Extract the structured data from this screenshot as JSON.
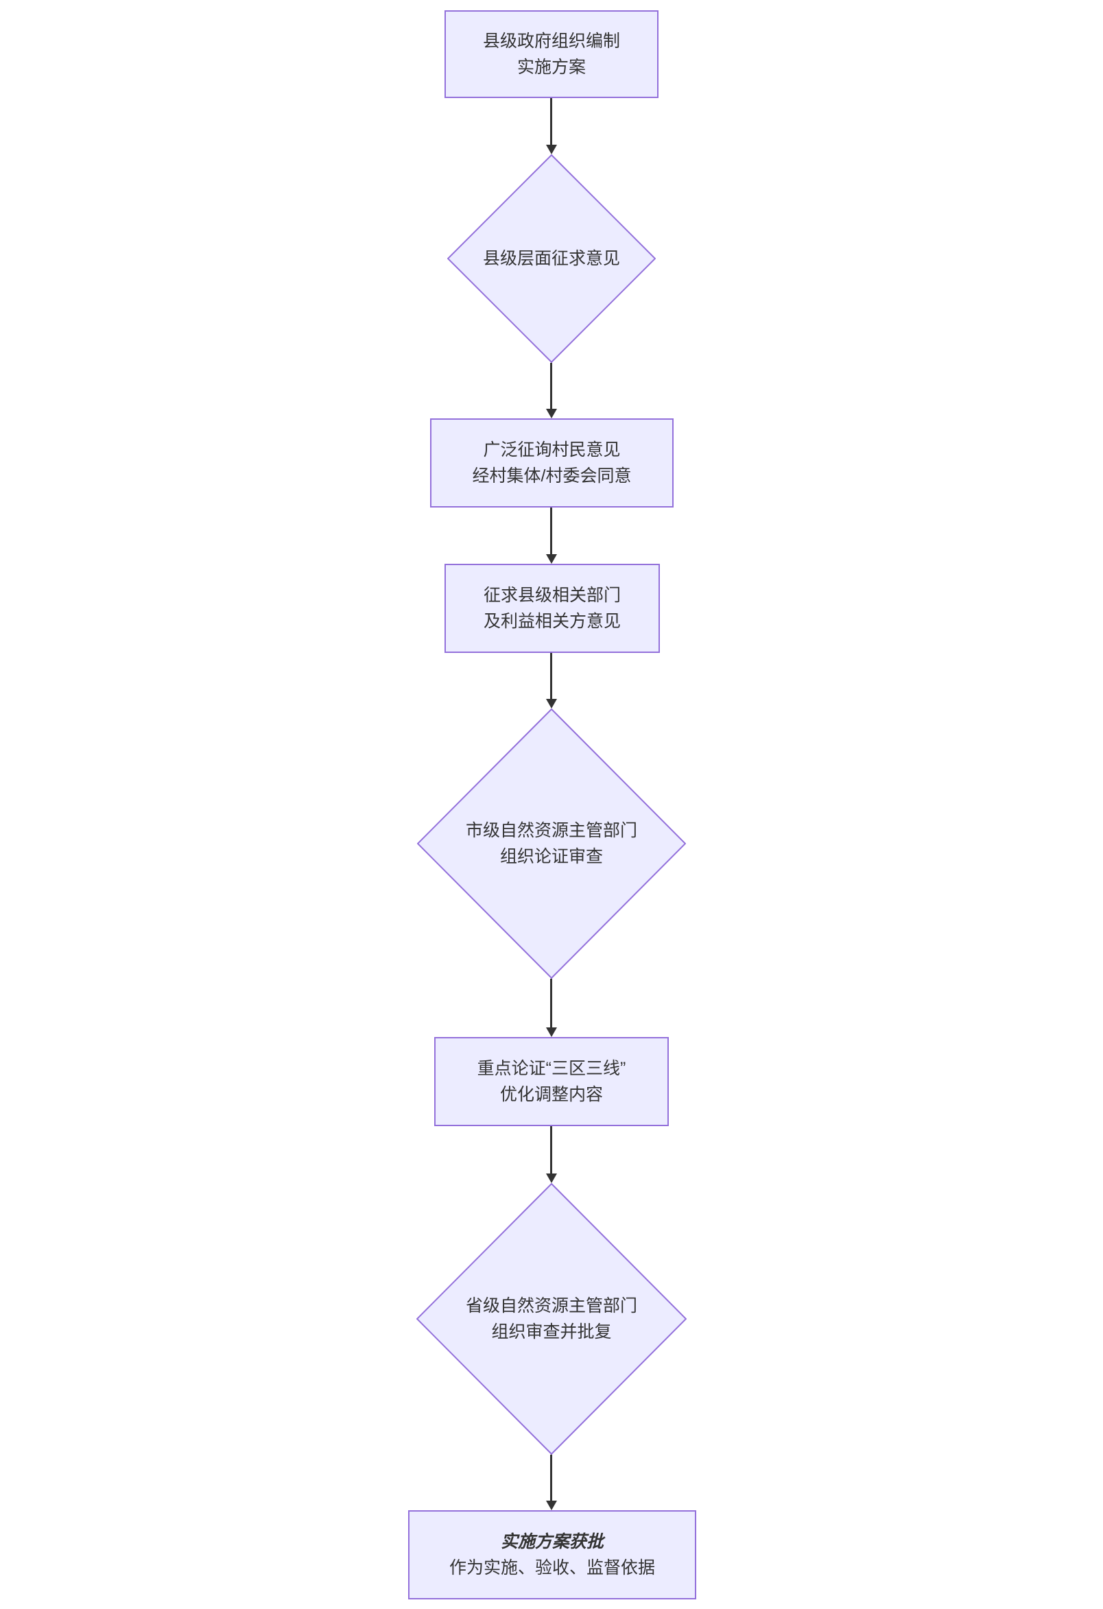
{
  "diagram": {
    "type": "flowchart",
    "direction": "top-to-bottom",
    "colors": {
      "node_fill": "#ECECFF",
      "node_border": "#9370DB",
      "edge_color": "#333333",
      "text_color": "#333333",
      "background": "#ffffff"
    },
    "nodes": [
      {
        "id": "A",
        "shape": "rect",
        "lines": [
          "县级政府组织编制",
          "实施方案"
        ]
      },
      {
        "id": "B",
        "shape": "diamond",
        "lines": [
          "县级层面征求意见"
        ]
      },
      {
        "id": "C",
        "shape": "rect",
        "lines": [
          "广泛征询村民意见",
          "经村集体/村委会同意"
        ]
      },
      {
        "id": "D",
        "shape": "rect",
        "lines": [
          "征求县级相关部门",
          "及利益相关方意见"
        ]
      },
      {
        "id": "E",
        "shape": "diamond",
        "lines": [
          "市级自然资源主管部门",
          "组织论证审查"
        ]
      },
      {
        "id": "F",
        "shape": "rect",
        "lines": [
          "重点论证“三区三线”",
          "优化调整内容"
        ]
      },
      {
        "id": "G",
        "shape": "diamond",
        "lines": [
          "省级自然资源主管部门",
          "组织审查并批复"
        ]
      },
      {
        "id": "H",
        "shape": "rect",
        "lines": [
          "实施方案获批",
          "作为实施、验收、监督依据"
        ],
        "emphasis_line": 0
      }
    ],
    "edges": [
      {
        "from": "A",
        "to": "B"
      },
      {
        "from": "B",
        "to": "C"
      },
      {
        "from": "C",
        "to": "D"
      },
      {
        "from": "D",
        "to": "E"
      },
      {
        "from": "E",
        "to": "F"
      },
      {
        "from": "F",
        "to": "G"
      },
      {
        "from": "G",
        "to": "H"
      }
    ]
  }
}
